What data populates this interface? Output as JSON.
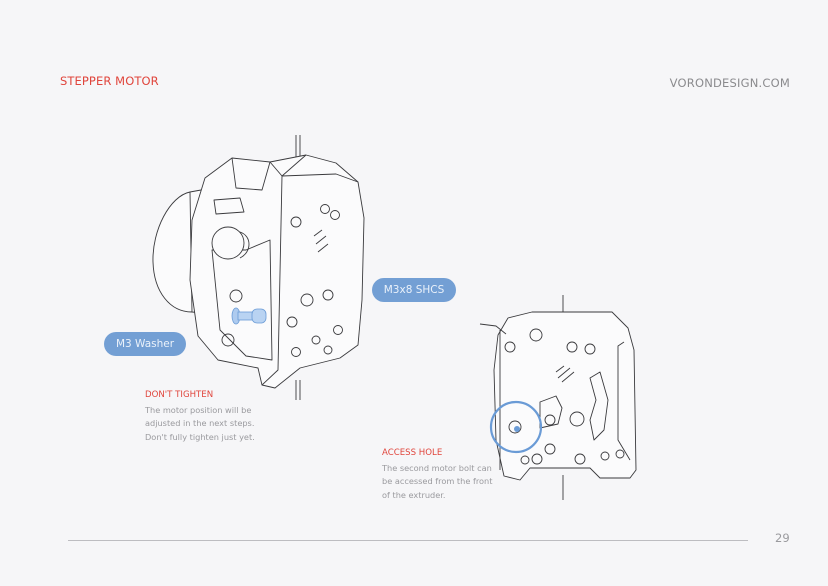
{
  "header": {
    "section_title": "STEPPER MOTOR",
    "site_url": "VORONDESIGN.COM"
  },
  "callouts": {
    "washer_label": "M3 Washer",
    "shcs_label": "M3x8 SHCS"
  },
  "notes": [
    {
      "title": "DON'T TIGHTEN",
      "lines": [
        "The motor position will be",
        "adjusted in the next steps.",
        "Don't fully tighten just yet."
      ]
    },
    {
      "title": "ACCESS HOLE",
      "lines": [
        "The second motor bolt can",
        "be accessed from the front",
        "of the extruder."
      ]
    }
  ],
  "footer": {
    "page_number": "29"
  },
  "colors": {
    "accent_red": "#e0453c",
    "callout_blue": "#739fd4",
    "highlight_blue": "#6a9bd6",
    "background": "#f6f6f8"
  }
}
